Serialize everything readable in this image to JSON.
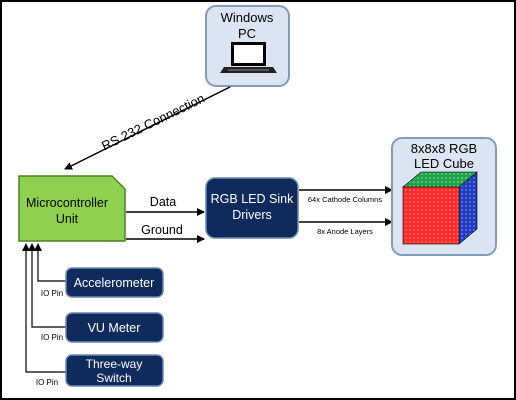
{
  "colors": {
    "frame": "#000000",
    "light_box_fill": "#dbe5f1",
    "light_box_stroke": "#7f9db9",
    "micro_fill": "#8fd14f",
    "micro_stroke": "#4e7f24",
    "dark_box_fill": "#0f2b5b",
    "dark_box_text": "#ffffff",
    "arrow": "#000000",
    "cube_front": "#ff2a2a",
    "cube_top": "#1fa34a",
    "cube_side": "#1f3cbf"
  },
  "icons": {
    "pc": "laptop-icon",
    "cube": "rgb-cube-icon"
  },
  "windows_pc": {
    "line1": "Windows",
    "line2": "PC"
  },
  "rs232": {
    "label": "RS 232 Connection"
  },
  "micro": {
    "line1": "Microcontroller",
    "line2": "Unit"
  },
  "micro_to_driver": {
    "data_label": "Data",
    "ground_label": "Ground"
  },
  "drivers": {
    "line1": "RGB LED Sink",
    "line2": "Drivers"
  },
  "driver_to_cube": {
    "top_label": "64x Cathode Columns",
    "bottom_label": "8x Anode Layers"
  },
  "cube": {
    "line1": "8x8x8 RGB",
    "line2": "LED Cube"
  },
  "peripherals": [
    {
      "label": "Accelerometer",
      "io_label": "IO Pin"
    },
    {
      "label": "VU Meter",
      "io_label": "IO Pin"
    },
    {
      "line1": "Three-way",
      "line2": "Switch",
      "io_label": "IO Pin"
    }
  ]
}
